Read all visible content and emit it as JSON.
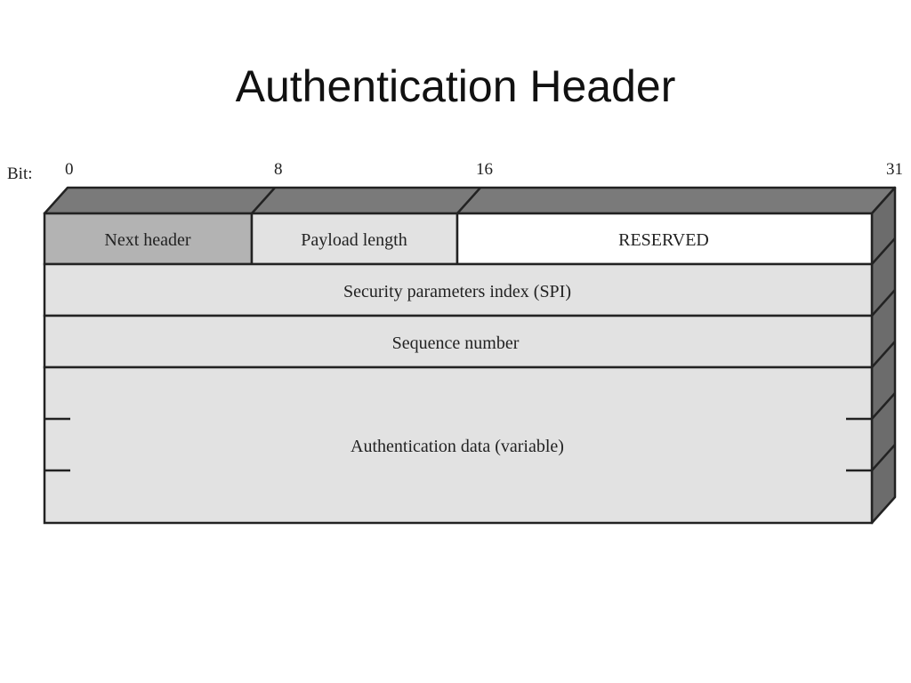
{
  "slide": {
    "title": "Authentication Header"
  },
  "ruler": {
    "caption": "Bit:",
    "ticks": [
      "0",
      "8",
      "16",
      "31"
    ]
  },
  "fields": {
    "next_header": "Next header",
    "payload_length": "Payload length",
    "reserved": "RESERVED",
    "spi": "Security parameters index (SPI)",
    "sequence_number": "Sequence number",
    "auth_data": "Authentication data (variable)"
  },
  "colors": {
    "front_light": "#e2e2e2",
    "next_header_fill": "#b3b3b3",
    "reserved_fill": "#ffffff",
    "top_face": "#7a7a7a",
    "side_face": "#6c6c6c",
    "line": "#222222"
  }
}
